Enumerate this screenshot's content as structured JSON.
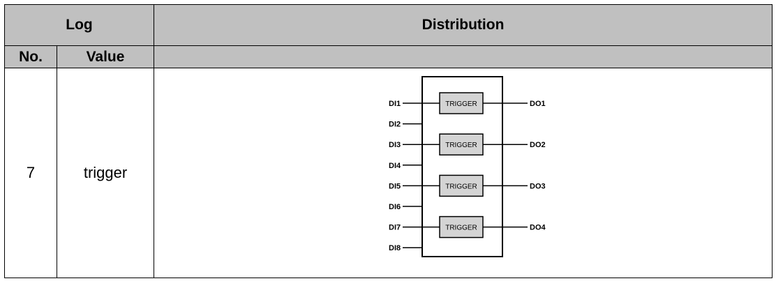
{
  "header": {
    "log": "Log",
    "distribution": "Distribution",
    "no": "No.",
    "value": "Value"
  },
  "row": {
    "no": "7",
    "value": "trigger"
  },
  "diagram": {
    "inputs": [
      "DI1",
      "DI2",
      "DI3",
      "DI4",
      "DI5",
      "DI6",
      "DI7",
      "DI8"
    ],
    "outputs": [
      "DO1",
      "DO2",
      "DO3",
      "DO4"
    ],
    "block_label": "TRIGGER",
    "block_fill": "#d4d4d4"
  }
}
